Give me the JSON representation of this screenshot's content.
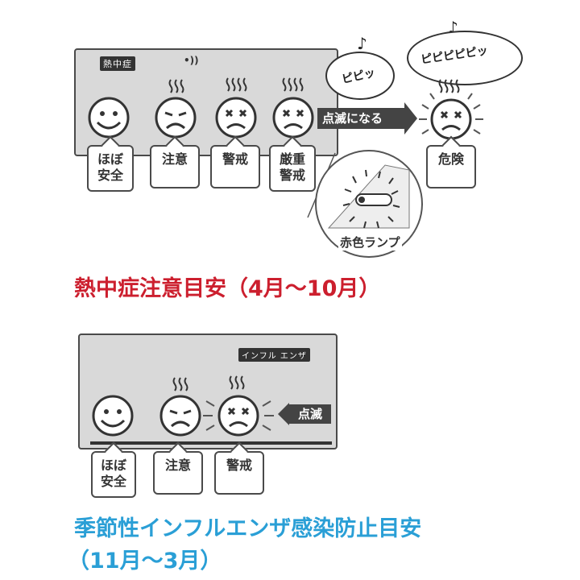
{
  "heat_section": {
    "display_tag": "熱中症",
    "levels": [
      {
        "label": "ほぼ\n安全"
      },
      {
        "label": "注意"
      },
      {
        "label": "警戒"
      },
      {
        "label": "厳重\n警戒"
      }
    ],
    "arrow_text": "点滅になる",
    "bubble_small": "ピピッ",
    "bubble_large": "ピピピピピッ",
    "danger_label": "危険",
    "lamp_caption": "赤色ランプ",
    "heading": "熱中症注意目安（4月〜10月）",
    "heading_color": "#cc1f2e"
  },
  "flu_section": {
    "display_tag": "インフル エンザ",
    "levels": [
      {
        "label": "ほぼ\n安全"
      },
      {
        "label": "注意"
      },
      {
        "label": "警戒"
      }
    ],
    "arrow_text": "点滅",
    "heading_line1": "季節性インフルエンザ感染防止目安",
    "heading_line2": "（11月〜3月）",
    "heading_color": "#2a9fd6"
  }
}
